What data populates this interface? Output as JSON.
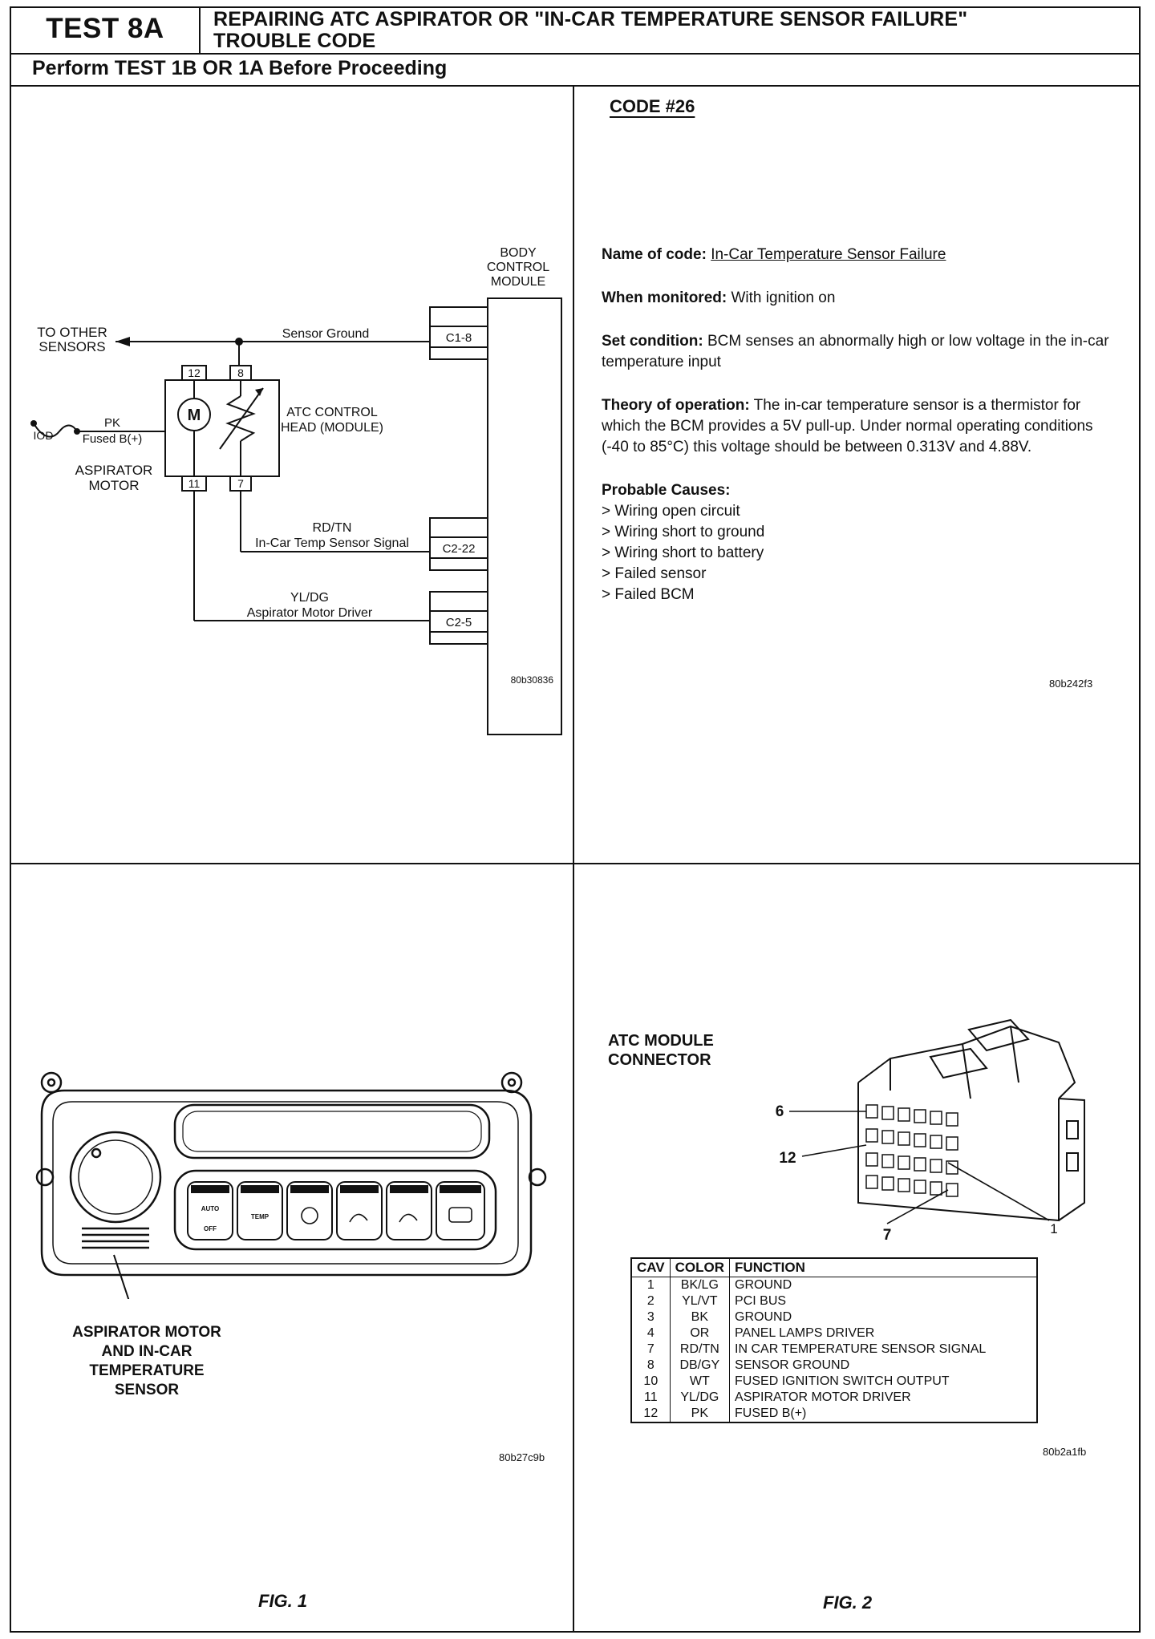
{
  "header": {
    "test_label": "TEST 8A",
    "title_line1": "REPAIRING ATC ASPIRATOR OR \"IN-CAR TEMPERATURE SENSOR FAILURE\"",
    "title_line2": "TROUBLE CODE",
    "subtitle": "Perform TEST 1B OR 1A Before Proceeding"
  },
  "schematic": {
    "bcm_line1": "BODY",
    "bcm_line2": "CONTROL",
    "bcm_line3": "MODULE",
    "to_other_line1": "TO OTHER",
    "to_other_line2": "SENSORS",
    "sensor_ground": "Sensor Ground",
    "pin_12": "12",
    "pin_8": "8",
    "pin_11": "11",
    "pin_7": "7",
    "motor_symbol": "M",
    "atc_line1": "ATC CONTROL",
    "atc_line2": "HEAD (MODULE)",
    "pk": "PK",
    "fused_b": "Fused B(+)",
    "iod": "IOD",
    "asp_line1": "ASPIRATOR",
    "asp_line2": "MOTOR",
    "rdtn": "RD/TN",
    "incar_signal": "In-Car Temp Sensor Signal",
    "yldg": "YL/DG",
    "asp_driver": "Aspirator Motor Driver",
    "c1_8": "C1-8",
    "c2_22": "C2-22",
    "c2_5": "C2-5",
    "code_id": "80b30836"
  },
  "code_info": {
    "heading": "CODE #26",
    "name_label": "Name of code:",
    "name_value": "In-Car Temperature Sensor Failure",
    "monitored_label": "When monitored:",
    "monitored_value": "With ignition on",
    "set_label": "Set condition:",
    "set_value": "BCM senses an abnormally high or low voltage in the in-car temperature input",
    "theory_label": "Theory of operation:",
    "theory_value": "The in-car temperature sensor is a thermistor for which the BCM provides a 5V pull-up. Under normal operating conditions (-40 to 85°C) this voltage should be between 0.313V and 4.88V.",
    "causes_label": "Probable Causes:",
    "causes": [
      "> Wiring open circuit",
      "> Wiring short to ground",
      "> Wiring short to battery",
      "> Failed sensor",
      "> Failed BCM"
    ],
    "code_id": "80b242f3"
  },
  "fig1": {
    "callout_line1": "ASPIRATOR MOTOR",
    "callout_line2": "AND IN-CAR",
    "callout_line3": "TEMPERATURE",
    "callout_line4": "SENSOR",
    "code_id": "80b27c9b",
    "caption": "FIG. 1",
    "button_auto": "AUTO",
    "button_off": "OFF",
    "button_temp": "TEMP"
  },
  "fig2": {
    "title_line1": "ATC MODULE",
    "title_line2": "CONNECTOR",
    "callout_6": "6",
    "callout_12": "12",
    "callout_7": "7",
    "callout_1": "1",
    "table_headers": [
      "CAV",
      "COLOR",
      "FUNCTION"
    ],
    "rows": [
      {
        "cav": "1",
        "color": "BK/LG",
        "function": "GROUND"
      },
      {
        "cav": "2",
        "color": "YL/VT",
        "function": "PCI BUS"
      },
      {
        "cav": "3",
        "color": "BK",
        "function": "GROUND"
      },
      {
        "cav": "4",
        "color": "OR",
        "function": "PANEL LAMPS DRIVER"
      },
      {
        "cav": "7",
        "color": "RD/TN",
        "function": "IN CAR TEMPERATURE SENSOR SIGNAL"
      },
      {
        "cav": "8",
        "color": "DB/GY",
        "function": "SENSOR GROUND"
      },
      {
        "cav": "10",
        "color": "WT",
        "function": "FUSED IGNITION SWITCH OUTPUT"
      },
      {
        "cav": "11",
        "color": "YL/DG",
        "function": "ASPIRATOR MOTOR DRIVER"
      },
      {
        "cav": "12",
        "color": "PK",
        "function": "FUSED B(+)"
      }
    ],
    "code_id": "80b2a1fb",
    "caption": "FIG. 2"
  }
}
